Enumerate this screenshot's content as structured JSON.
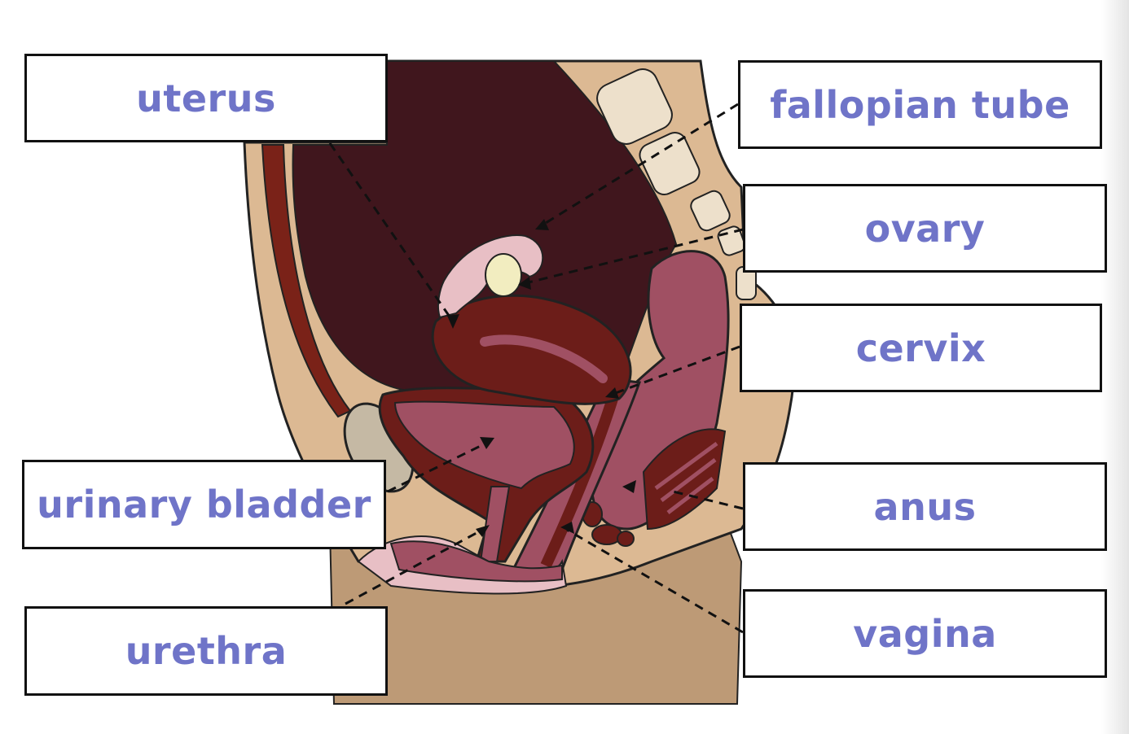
{
  "labels": {
    "uterus": "uterus",
    "fallopian_tube": "fallopian tube",
    "ovary": "ovary",
    "cervix": "cervix",
    "urinary_bladder": "urinary bladder",
    "anus": "anus",
    "urethra": "urethra",
    "vagina": "vagina"
  },
  "colors": {
    "label_text": "#6f74c8",
    "skin": "#dcb993",
    "leg": "#bd9a76",
    "cavity": "#40161d",
    "uterus": "#6c1d19",
    "bladder": "#a05063",
    "bone": "#ede0cb"
  }
}
